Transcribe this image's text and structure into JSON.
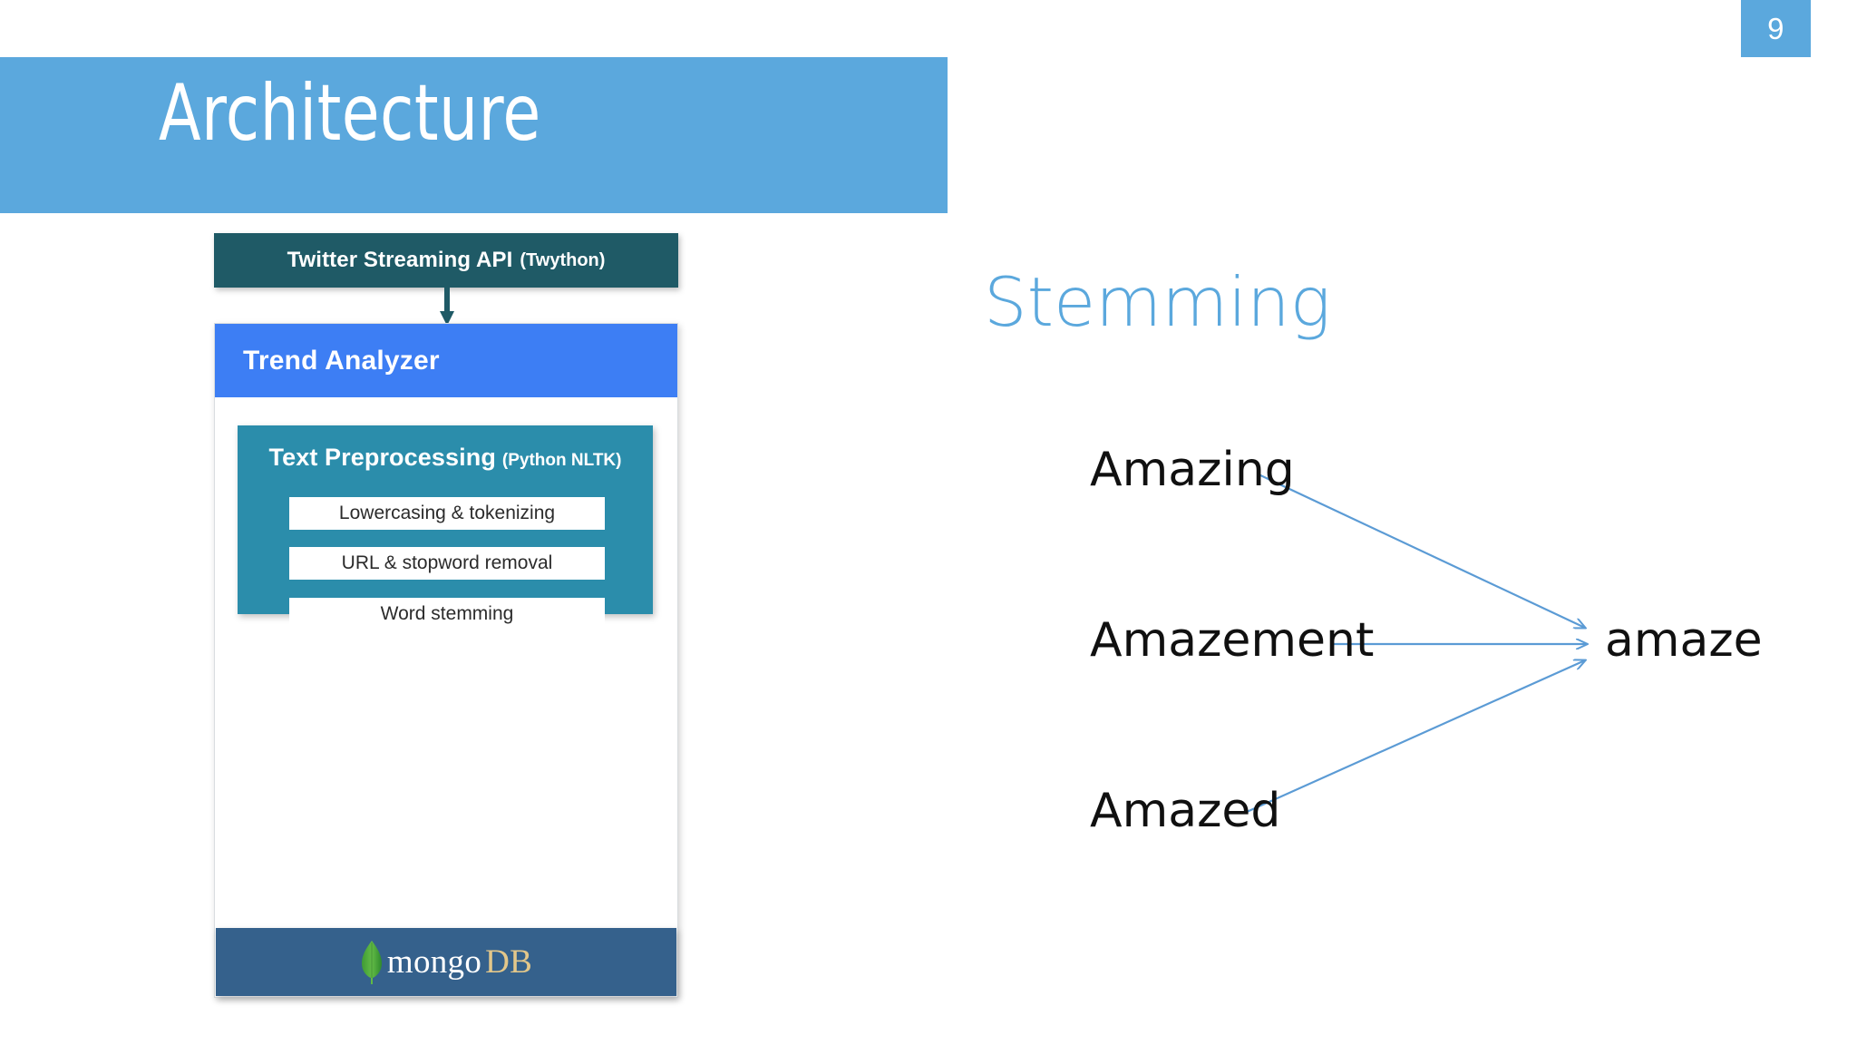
{
  "slide": {
    "page_number": "9",
    "title": "Architecture",
    "accent_color": "#5ba8dd"
  },
  "architecture": {
    "api_box": {
      "title": "Twitter Streaming API",
      "subtitle": "(Twython)",
      "color": "#1f5a66"
    },
    "connector_icon": "down-arrow-icon",
    "trend_analyzer": {
      "title": "Trend Analyzer",
      "color": "#3d7ef4"
    },
    "preprocessing": {
      "title": "Text Preprocessing",
      "subtitle": "(Python NLTK)",
      "color": "#2b8dab",
      "steps": [
        {
          "label": "Lowercasing & tokenizing"
        },
        {
          "label": "URL & stopword removal"
        },
        {
          "label": "Word stemming"
        }
      ]
    },
    "database": {
      "logo_icon": "mongodb-leaf-icon",
      "name_part_1": "mongo",
      "name_part_2": "DB",
      "color": "#35618c",
      "leaf_color": "#4ca744",
      "db_text_color": "#e3c78a"
    }
  },
  "stemming": {
    "heading": "Stemming",
    "heading_color": "#5ba8dd",
    "arrow_color": "#5b9bd5",
    "sources": [
      {
        "word": "Amazing"
      },
      {
        "word": "Amazement"
      },
      {
        "word": "Amazed"
      }
    ],
    "target": "amaze"
  }
}
